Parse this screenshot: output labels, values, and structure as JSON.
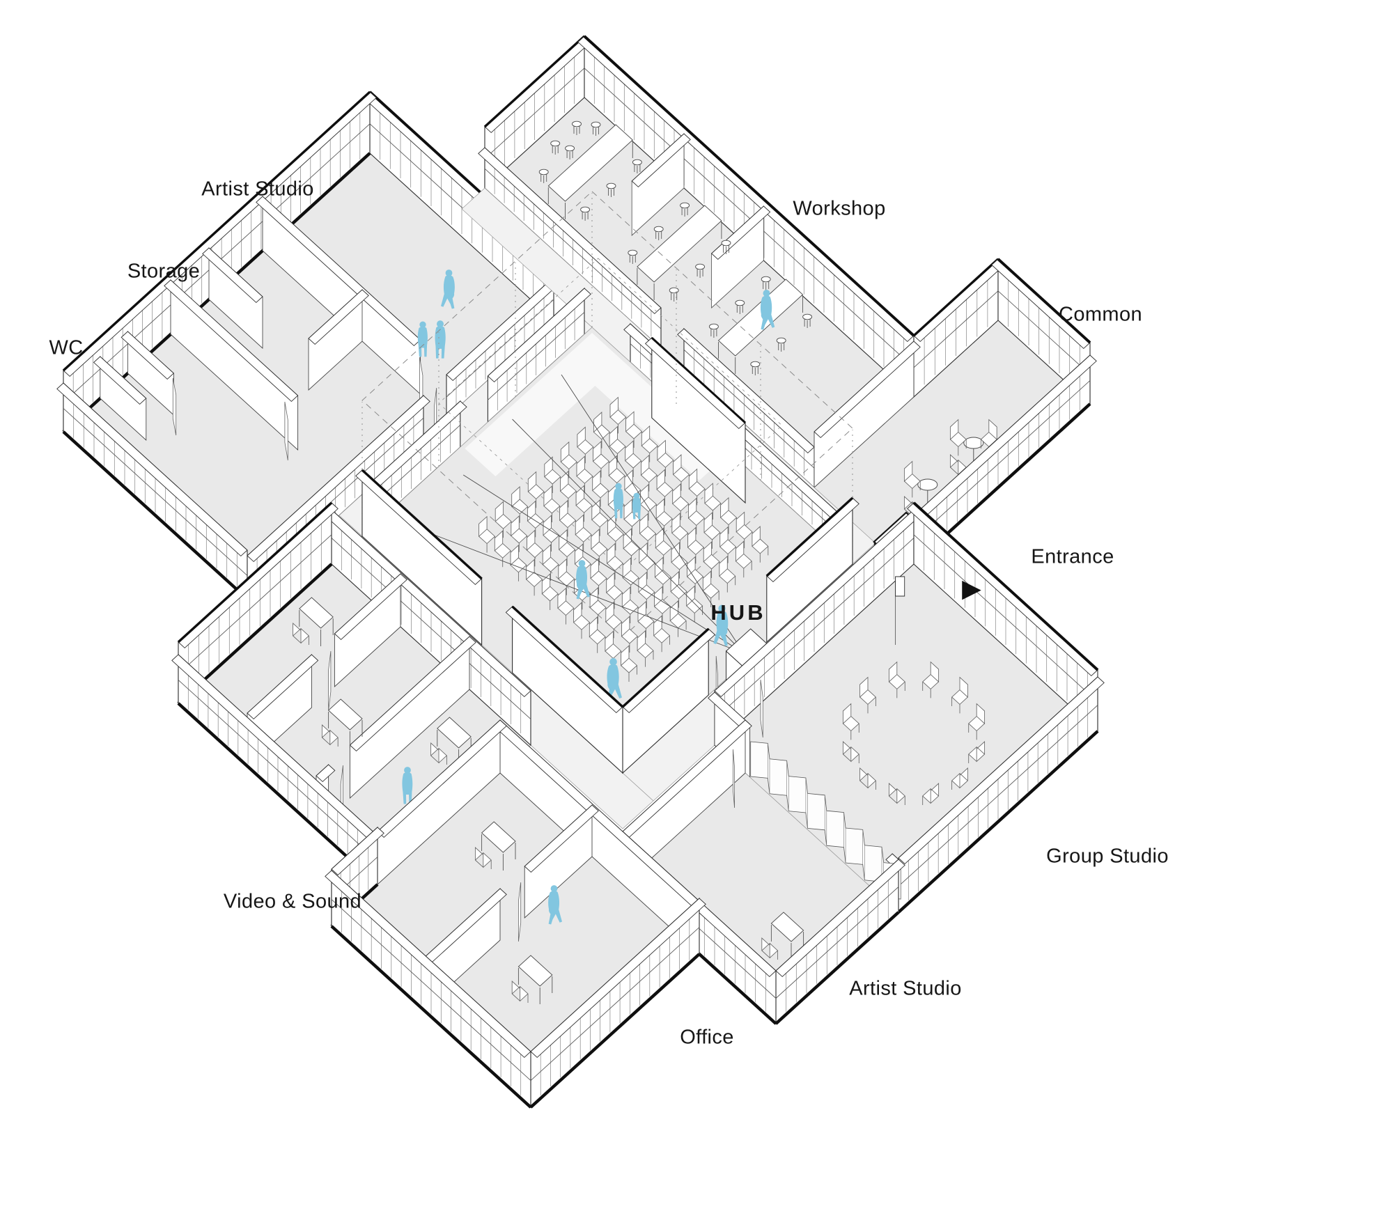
{
  "diagram": {
    "type": "axonometric-floor-plan",
    "title": "Arts centre floor plan axonometric",
    "labels": [
      {
        "id": "artist-studio-nw",
        "text": "Artist Studio"
      },
      {
        "id": "storage",
        "text": "Storage"
      },
      {
        "id": "wc",
        "text": "WC"
      },
      {
        "id": "workshop",
        "text": "Workshop"
      },
      {
        "id": "common",
        "text": "Common"
      },
      {
        "id": "entrance",
        "text": "Entrance"
      },
      {
        "id": "hub",
        "text": "HUB"
      },
      {
        "id": "group-studio",
        "text": "Group Studio"
      },
      {
        "id": "artist-studio-se",
        "text": "Artist Studio"
      },
      {
        "id": "office",
        "text": "Office"
      },
      {
        "id": "video-sound",
        "text": "Video & Sound"
      }
    ],
    "entrance_arrow": "▶",
    "figures_count": 12,
    "colors": {
      "figure": "#82c6e0",
      "floor": "#e9e9e9",
      "corridor": "#f2f2f2",
      "outline": "#0f0f0f",
      "label": "#161616"
    }
  }
}
